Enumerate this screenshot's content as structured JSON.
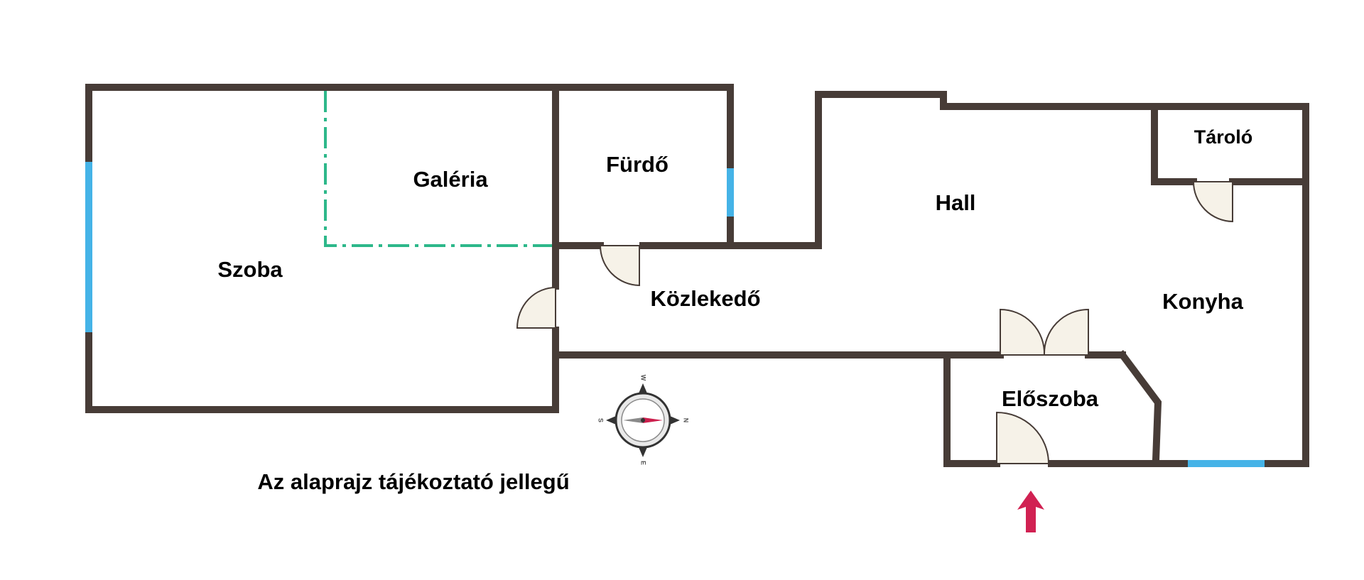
{
  "floor_plan": {
    "rooms": [
      {
        "id": "szoba",
        "label": "Szoba"
      },
      {
        "id": "galeria",
        "label": "Galéria"
      },
      {
        "id": "furdo",
        "label": "Fürdő"
      },
      {
        "id": "hall",
        "label": "Hall"
      },
      {
        "id": "tarolo",
        "label": "Tároló"
      },
      {
        "id": "kozlekedo",
        "label": "Közlekedő"
      },
      {
        "id": "konyha",
        "label": "Konyha"
      },
      {
        "id": "eloszoba",
        "label": "Előszoba"
      }
    ],
    "compass": {
      "north": "N",
      "south": "S",
      "east": "E",
      "west": "W"
    },
    "note": "Az alaprajz tájékoztató jellegű"
  },
  "colors": {
    "wall": "#473c37",
    "window": "#45b3e7",
    "gallery_line": "#2db88a",
    "door_fill": "#f6f2e8",
    "entrance_arrow": "#d12152"
  }
}
